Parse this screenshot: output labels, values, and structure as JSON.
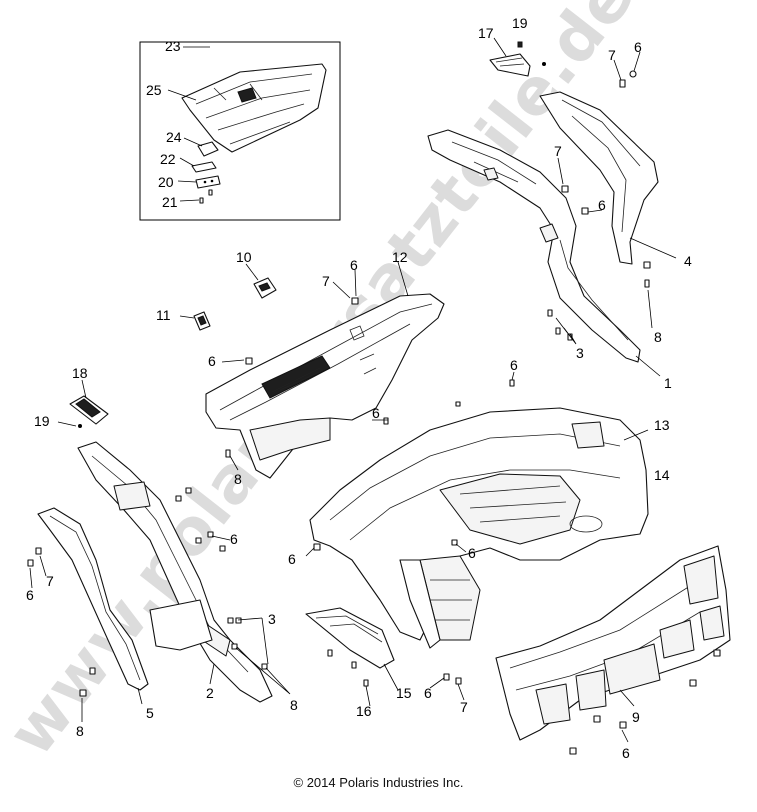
{
  "watermark": "www.polarisersatzteile.de",
  "copyright": "© 2014 Polaris Industries Inc.",
  "callouts": {
    "c23": "23",
    "c25": "25",
    "c24": "24",
    "c22": "22",
    "c20": "20",
    "c21": "21",
    "c17": "17",
    "c19a": "19",
    "c7a": "7",
    "c6a": "6",
    "c7b": "7",
    "c6b": "6",
    "c4": "4",
    "c8a": "8",
    "c3a": "3",
    "c1": "1",
    "c10": "10",
    "c12": "12",
    "c6c": "6",
    "c7c": "7",
    "c11": "11",
    "c6d": "6",
    "c18": "18",
    "c19b": "19",
    "c8b": "8",
    "c6e": "6",
    "c6f": "6",
    "c13": "13",
    "c14": "14",
    "c6g": "6",
    "c6h": "6",
    "c6i": "6",
    "c7d": "7",
    "c6j": "6",
    "c5": "5",
    "c8c": "8",
    "c2": "2",
    "c3b": "3",
    "c8d": "8",
    "c16": "16",
    "c15": "15",
    "c6k": "6",
    "c7e": "7",
    "c9": "9",
    "c6l": "6"
  }
}
